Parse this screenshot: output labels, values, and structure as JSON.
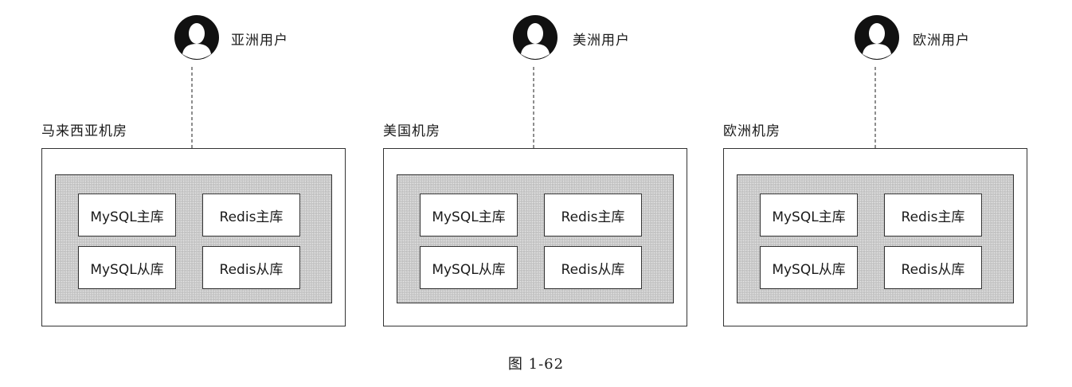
{
  "regions": [
    {
      "user_label": "亚洲用户",
      "room_label": "马来西亚机房",
      "dbs": {
        "mysql_master": "MySQL主库",
        "redis_master": "Redis主库",
        "mysql_slave": "MySQL从库",
        "redis_slave": "Redis从库"
      }
    },
    {
      "user_label": "美洲用户",
      "room_label": "美国机房",
      "dbs": {
        "mysql_master": "MySQL主库",
        "redis_master": "Redis主库",
        "mysql_slave": "MySQL从库",
        "redis_slave": "Redis从库"
      }
    },
    {
      "user_label": "欧洲用户",
      "room_label": "欧洲机房",
      "dbs": {
        "mysql_master": "MySQL主库",
        "redis_master": "Redis主库",
        "mysql_slave": "MySQL从库",
        "redis_slave": "Redis从库"
      }
    }
  ],
  "icons": {
    "user": "user-avatar-icon",
    "arrow": "down-arrow-icon"
  },
  "colors": {
    "cluster_fill": "#c6c6c6",
    "border": "#333333",
    "box_fill": "#ffffff"
  },
  "caption": "图 1-62"
}
